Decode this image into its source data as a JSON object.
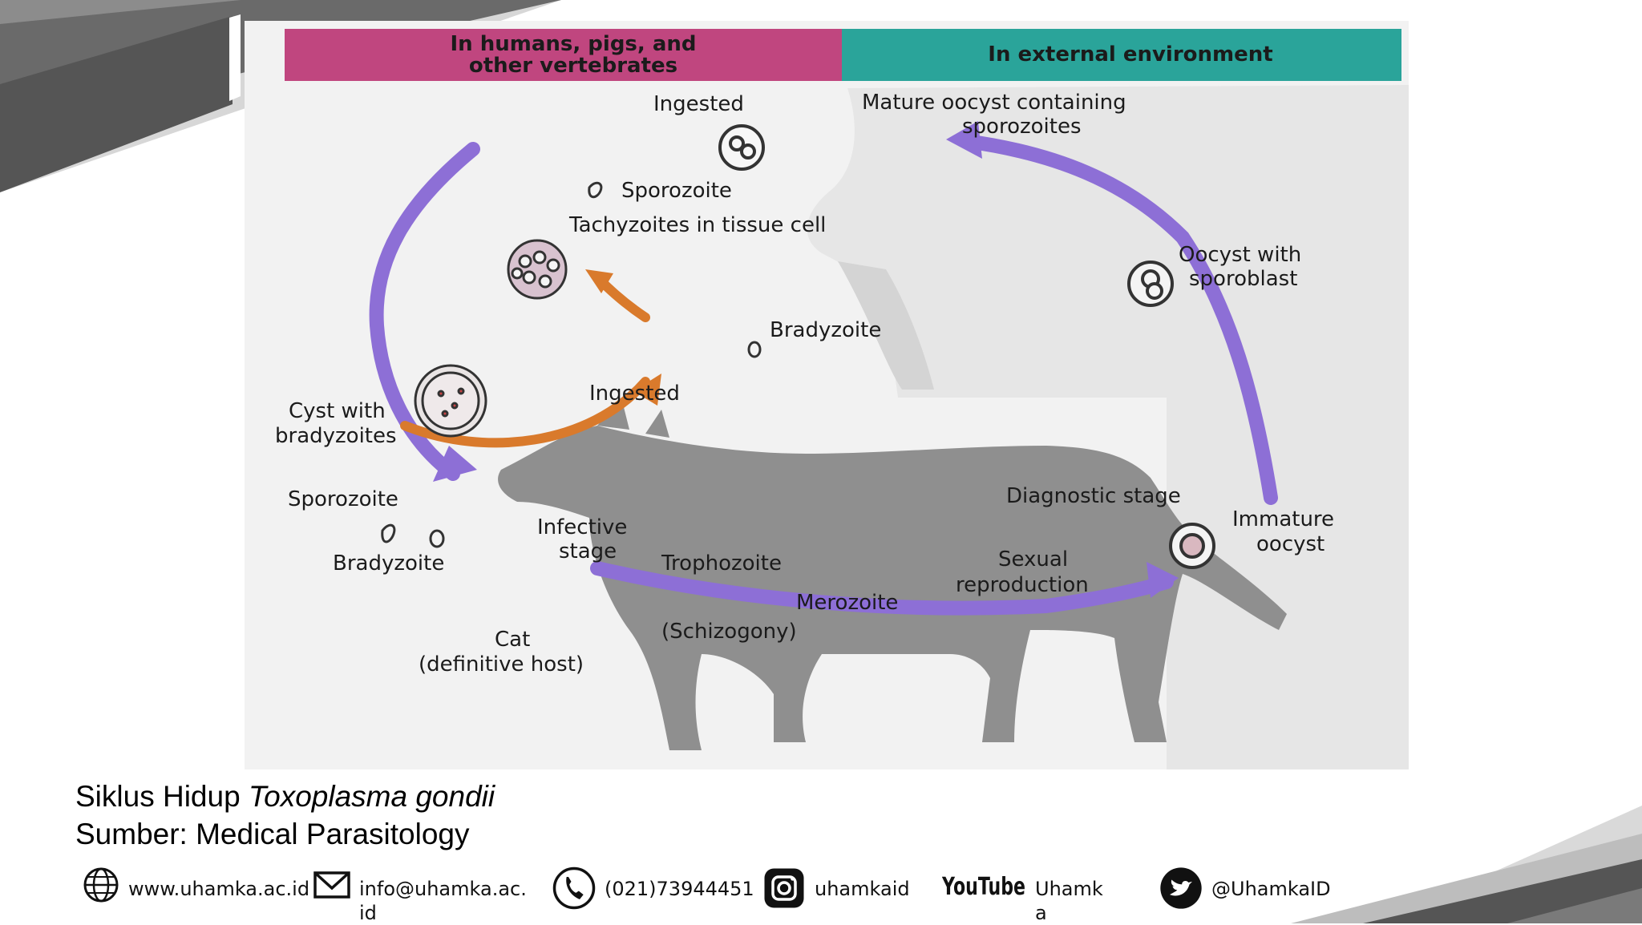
{
  "diagram": {
    "header_left": [
      "In humans, pigs, and",
      "other vertebrates"
    ],
    "header_right": "In external environment",
    "labels": {
      "ingested_top": "Ingested",
      "mature_oocyst": [
        "Mature oocyst containing",
        "sporozoites"
      ],
      "sporozoite_top": "Sporozoite",
      "tachyzoites": "Tachyzoites in tissue cell",
      "oocyst_sporoblast": [
        "Oocyst with",
        "sporoblast"
      ],
      "bradyzoite_mid": "Bradyzoite",
      "ingested_mid": "Ingested",
      "cyst_bradyzoites": [
        "Cyst with",
        "bradyzoites"
      ],
      "diagnostic_stage": "Diagnostic stage",
      "immature_oocyst": [
        "Immature",
        "oocyst"
      ],
      "sporozoite_legend": "Sporozoite",
      "infective_stage": [
        "Infective",
        "stage"
      ],
      "bradyzoite_legend": "Bradyzoite",
      "trophozoite": "Trophozoite",
      "sexual_reproduction": [
        "Sexual",
        "reproduction"
      ],
      "merozoite": "Merozoite",
      "schizogony": "(Schizogony)",
      "cat_host": [
        "Cat",
        "(definitive host)"
      ]
    },
    "colors": {
      "header_left": "#c0467f",
      "header_right": "#2aa49a",
      "cycle_arrow": "#8d6fd6",
      "ingest_arrow": "#d97a2c",
      "cat": "#8f8f8f",
      "human": "#e8e8e8"
    }
  },
  "caption": {
    "line1_prefix": "Siklus Hidup ",
    "line1_italic": "Toxoplasma gondii",
    "line2": "Sumber: Medical Parasitology"
  },
  "footer": {
    "website": "www.uhamka.ac.id",
    "email": "info@uhamka.ac.id",
    "phone": "(021)73944451",
    "instagram": "uhamkaid",
    "youtube_logo": "YouTube",
    "youtube": "Uhamka",
    "twitter": "@UhamkaID",
    "icons": [
      "globe-icon",
      "mail-icon",
      "phone-icon",
      "instagram-icon",
      "youtube-icon",
      "twitter-icon"
    ]
  }
}
